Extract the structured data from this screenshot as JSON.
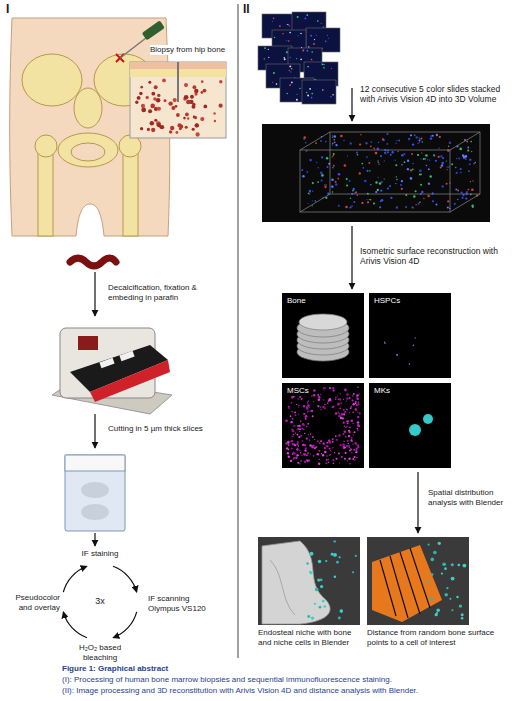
{
  "diagram": {
    "caption": "Figure 1: Graphical abstract",
    "nodes": [
      {
        "text": [
          "Bone"
        ]
      },
      {
        "text": [
          "HSPCs"
        ]
      },
      {
        "text": [
          "MSCs"
        ]
      },
      {
        "text": [
          "MKs"
        ]
      },
      {
        "text": [
          "Endosteal niche with bone and niche cells in Blender"
        ]
      },
      {
        "text": [
          "Distance from random bone surface points to a cell of interest"
        ]
      }
    ],
    "labels": [
      "I",
      "Biopsy from hip bone",
      "Decalcification, fixation & embeding in parafin",
      "Cutting in 5 µm thick slices",
      "IF staining",
      "IF scanning Olympus VS120",
      "H₂O₂ based bleaching",
      "Pseudocolor and overlay",
      "3x",
      "II",
      "12 consecutive 5 color slides stacked with Arivis Vision 4D into 3D Volume",
      "Isometric surface reconstruction with Arivis Vision 4D",
      "Spatial distribution analysis with Blender",
      "(I): Processing of human bone marrow biopsies and sequential immunofluorescence staining.",
      "(II): Image processing and 3D reconstitution with Arivis Vision 4D and distance analysis with Blender."
    ]
  }
}
